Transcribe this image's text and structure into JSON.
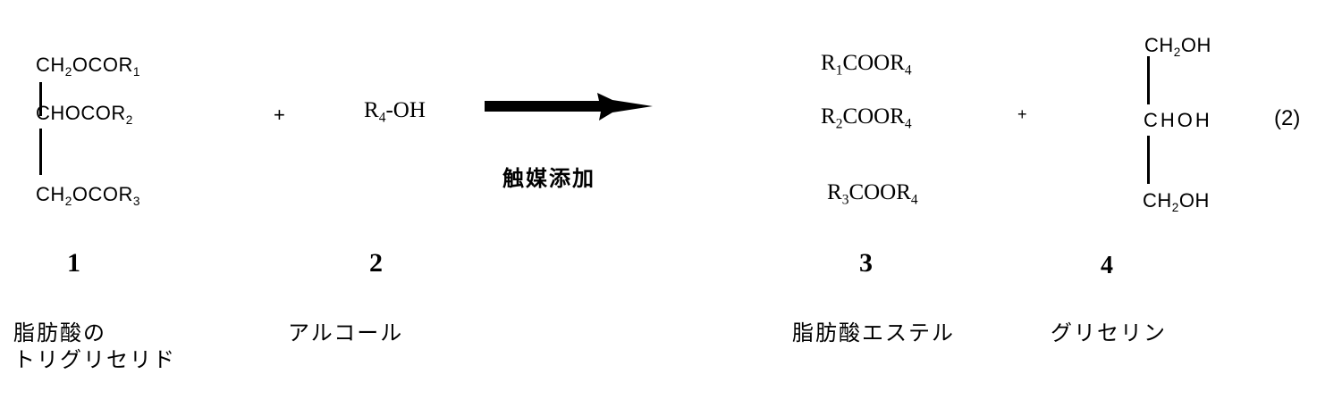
{
  "equation_number": "(2)",
  "reactants": [
    {
      "id": "1",
      "number": "1",
      "name_line1": "脂肪酸の",
      "name_line2": "トリグリセリド",
      "structure": [
        {
          "main": "CH",
          "sub1": "2",
          "rest": "OCOR",
          "sub2": "1"
        },
        {
          "main": "CHOCOR",
          "sub1": "2"
        },
        {
          "main": "CH",
          "sub1": "2",
          "rest": "OCOR",
          "sub2": "3"
        }
      ]
    },
    {
      "id": "2",
      "number": "2",
      "name": "アルコール",
      "formula": {
        "main": "R",
        "sub": "4",
        "rest": "-OH"
      }
    }
  ],
  "operators": {
    "plus_1": "+",
    "plus_2": "+"
  },
  "arrow": {
    "label": "触媒添加",
    "direction": "right"
  },
  "products": [
    {
      "id": "3",
      "number": "3",
      "name": "脂肪酸エステル",
      "formulas": [
        {
          "a": "R",
          "sa": "1",
          "b": "COOR",
          "sb": "4"
        },
        {
          "a": "R",
          "sa": "2",
          "b": "COOR",
          "sb": "4"
        },
        {
          "a": "R",
          "sa": "3",
          "b": "COOR",
          "sb": "4"
        }
      ]
    },
    {
      "id": "4",
      "number": "4",
      "name": "グリセリン",
      "structure": [
        {
          "main": "CH",
          "sub1": "2",
          "rest": "OH"
        },
        {
          "main": "CHOH"
        },
        {
          "main": "CH",
          "sub1": "2",
          "rest": "OH"
        }
      ]
    }
  ]
}
